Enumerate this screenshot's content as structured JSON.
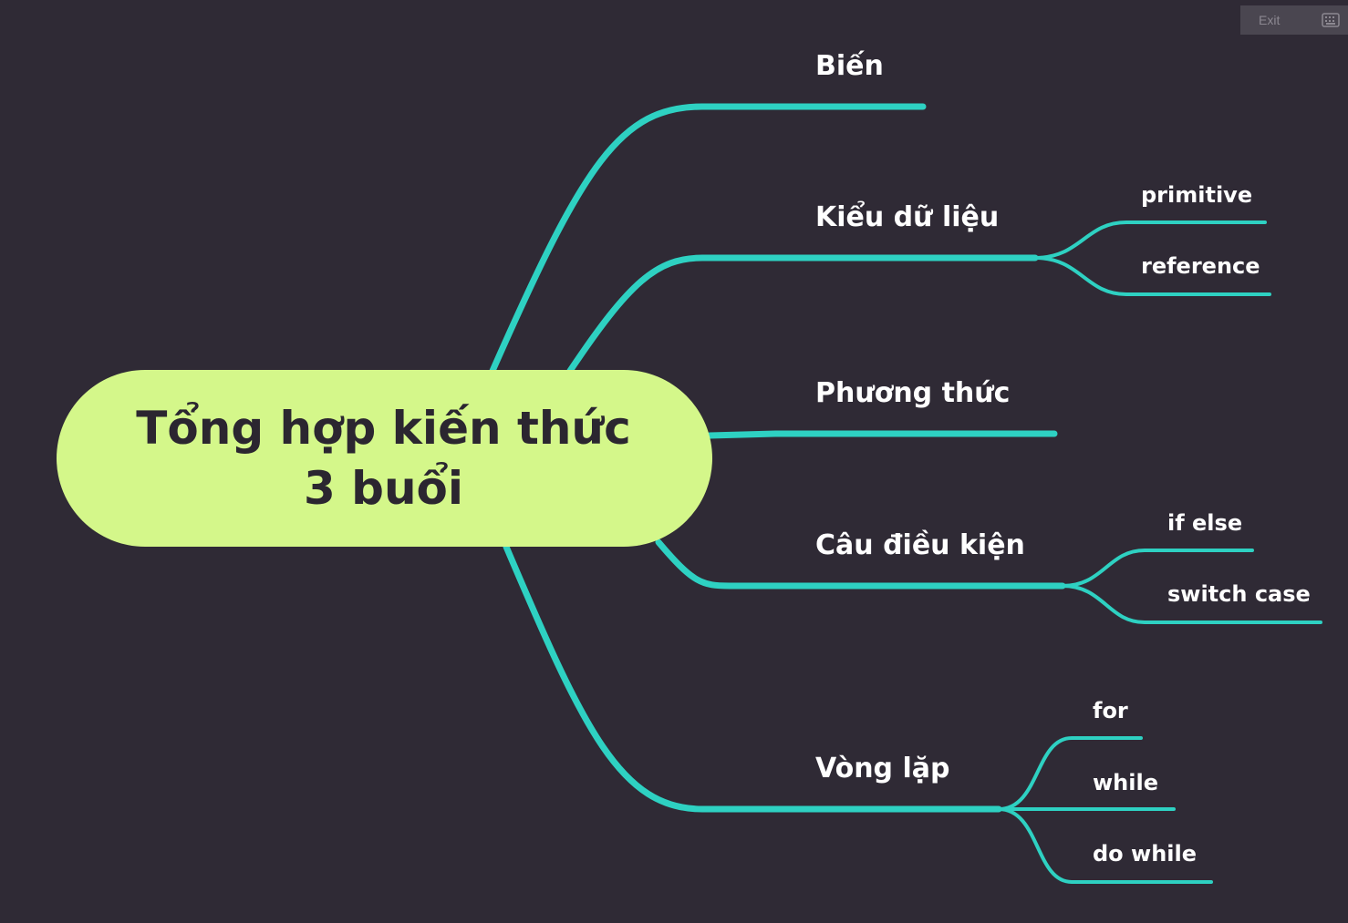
{
  "colors": {
    "background": "#2f2a35",
    "central_fill": "#d4f78a",
    "connector": "#2ed1c2",
    "label_text": "#ffffff",
    "central_text": "#2b2630"
  },
  "central": {
    "line1": "Tổng hợp kiến thức",
    "line2": "3 buổi"
  },
  "branches": [
    {
      "label": "Biến",
      "children": []
    },
    {
      "label": "Kiểu dữ liệu",
      "children": [
        "primitive",
        "reference"
      ]
    },
    {
      "label": "Phương thức",
      "children": []
    },
    {
      "label": "Câu điều kiện",
      "children": [
        "if else",
        "switch case"
      ]
    },
    {
      "label": "Vòng lặp",
      "children": [
        "for",
        "while",
        "do while"
      ]
    }
  ],
  "toolbar": {
    "exit_label": "Exit",
    "keyboard_icon": "keyboard-icon"
  }
}
